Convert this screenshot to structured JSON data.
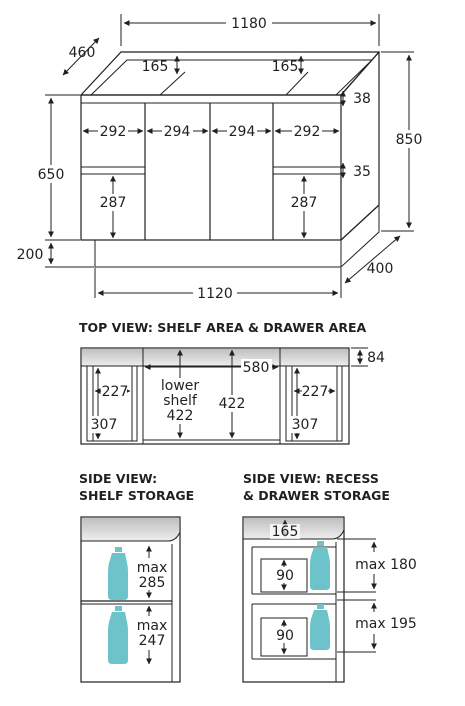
{
  "front_view": {
    "overall_width": "1180",
    "depth": "460",
    "shelf_recess_left": "165",
    "shelf_recess_right": "165",
    "top_rail": "38",
    "overall_height": "850",
    "door_width_outer_left": "292",
    "door_width_inner_left": "294",
    "door_width_inner_right": "294",
    "door_width_outer_right": "292",
    "cabinet_height": "650",
    "drawer_gap": "35",
    "compartment_height_left": "287",
    "compartment_height_right": "287",
    "kick_height": "200",
    "kick_depth": "400",
    "kick_width": "1120"
  },
  "top_view": {
    "title": "TOP VIEW: SHELF AREA & DRAWER AREA",
    "back_depth": "84",
    "center_width": "580",
    "left_width": "227",
    "right_width": "227",
    "left_depth": "307",
    "right_depth": "307",
    "center_depth": "422",
    "lower_shelf_line1": "lower",
    "lower_shelf_line2": "shelf",
    "lower_shelf_value": "422"
  },
  "side_shelf": {
    "title_line1": "SIDE VIEW:",
    "title_line2": "SHELF STORAGE",
    "upper_max_label": "max",
    "upper_max_value": "285",
    "lower_max_label": "max",
    "lower_max_value": "247"
  },
  "side_recess": {
    "title_line1": "SIDE VIEW: RECESS",
    "title_line2": "& DRAWER STORAGE",
    "recess_depth": "165",
    "drawer1_height": "90",
    "drawer2_height": "90",
    "upper_max": "max 180",
    "lower_max": "max 195"
  },
  "colors": {
    "line": "#231f20",
    "bottle": "#6cc4ca",
    "shade": "#cfcfcf"
  }
}
